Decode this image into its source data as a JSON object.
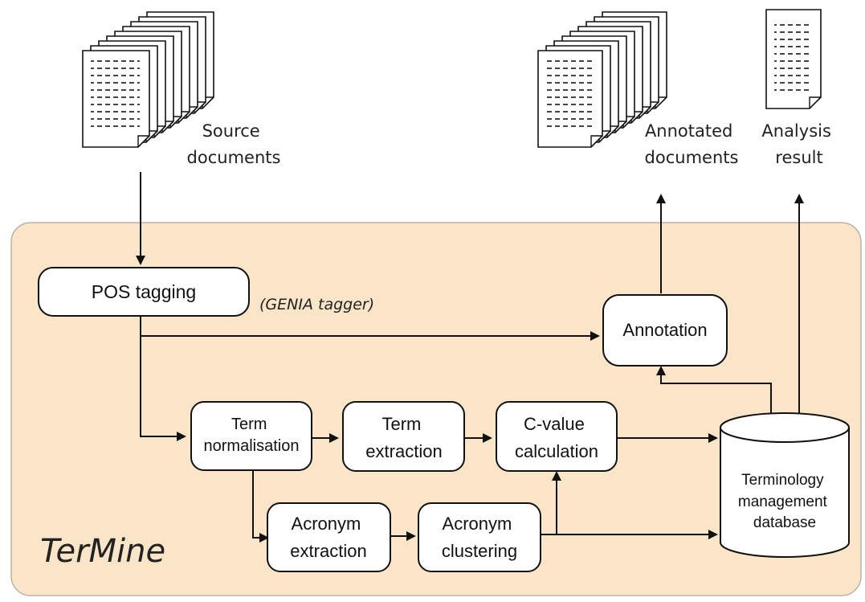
{
  "documents": {
    "source_line1": "Source",
    "source_line2": "documents",
    "annotated_line1": "Annotated",
    "annotated_line2": "documents",
    "analysis_line1": "Analysis",
    "analysis_line2": "result"
  },
  "system": {
    "name": "TerMine"
  },
  "steps": {
    "pos_tagging": "POS tagging",
    "genia_note": "(GENIA tagger)",
    "annotation": "Annotation",
    "term_norm_line1": "Term",
    "term_norm_line2": "normalisation",
    "term_extr_line1": "Term",
    "term_extr_line2": "extraction",
    "cvalue_line1": "C-value",
    "cvalue_line2": "calculation",
    "acronym_extr_line1": "Acronym",
    "acronym_extr_line2": "extraction",
    "acronym_clust_line1": "Acronym",
    "acronym_clust_line2": "clustering",
    "db_line1": "Terminology",
    "db_line2": "management",
    "db_line3": "database"
  },
  "colors": {
    "panel_fill": "#fbe5c8",
    "panel_border": "#b8b3a8",
    "box_fill": "#ffffff",
    "stroke": "#111111"
  }
}
